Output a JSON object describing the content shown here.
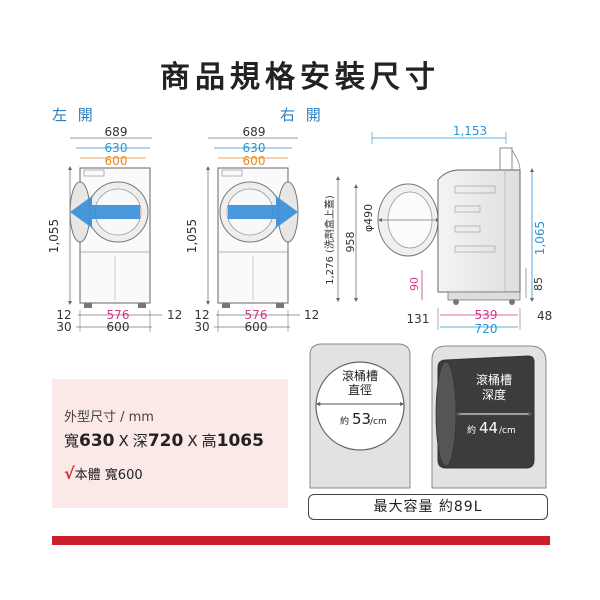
{
  "title": "商品規格安裝尺寸",
  "left_label": "左 開",
  "right_label": "右 開",
  "left_dims": {
    "w689": "689",
    "w630": "630",
    "w600": "600",
    "h1055": "1,055",
    "b12a": "12",
    "b576": "576",
    "b12b": "12",
    "b30": "30",
    "b600": "600"
  },
  "right_dims": {
    "w689": "689",
    "w630": "630",
    "w600": "600",
    "h1055": "1,055",
    "b12a": "12",
    "b576": "576",
    "b12b": "12",
    "b30": "30",
    "b600": "600"
  },
  "side_dims": {
    "d1153": "1,153",
    "h1276": "1,276 (洗劑盒上蓋)",
    "h958": "958",
    "door": "φ490",
    "h90": "90",
    "h1065": "1,065",
    "h85": "85",
    "b131": "131",
    "b539": "539",
    "b720": "720",
    "b48": "48"
  },
  "drum_front": {
    "label1": "滾桶槽",
    "label2": "直徑",
    "prefix": "約",
    "value": "53",
    "unit": "/cm"
  },
  "drum_side": {
    "label1": "滾桶槽",
    "label2": "深度",
    "prefix": "約",
    "value": "44",
    "unit": "/cm"
  },
  "capacity": "最大容量 約89L",
  "specs": {
    "unit_label": "外型尺寸 / mm",
    "w_label": "寬",
    "w_value": "630",
    "d_label": "深",
    "d_value": "720",
    "h_label": "高",
    "h_value": "1065",
    "sep": "X",
    "check": "√",
    "note": "本體 寬600"
  },
  "colors": {
    "blue": "#2b95d0",
    "orange": "#e58a1f",
    "magenta": "#d6368c",
    "line": "#555555",
    "red": "#cc1f2b",
    "pink_bg": "#fbe9e7"
  }
}
